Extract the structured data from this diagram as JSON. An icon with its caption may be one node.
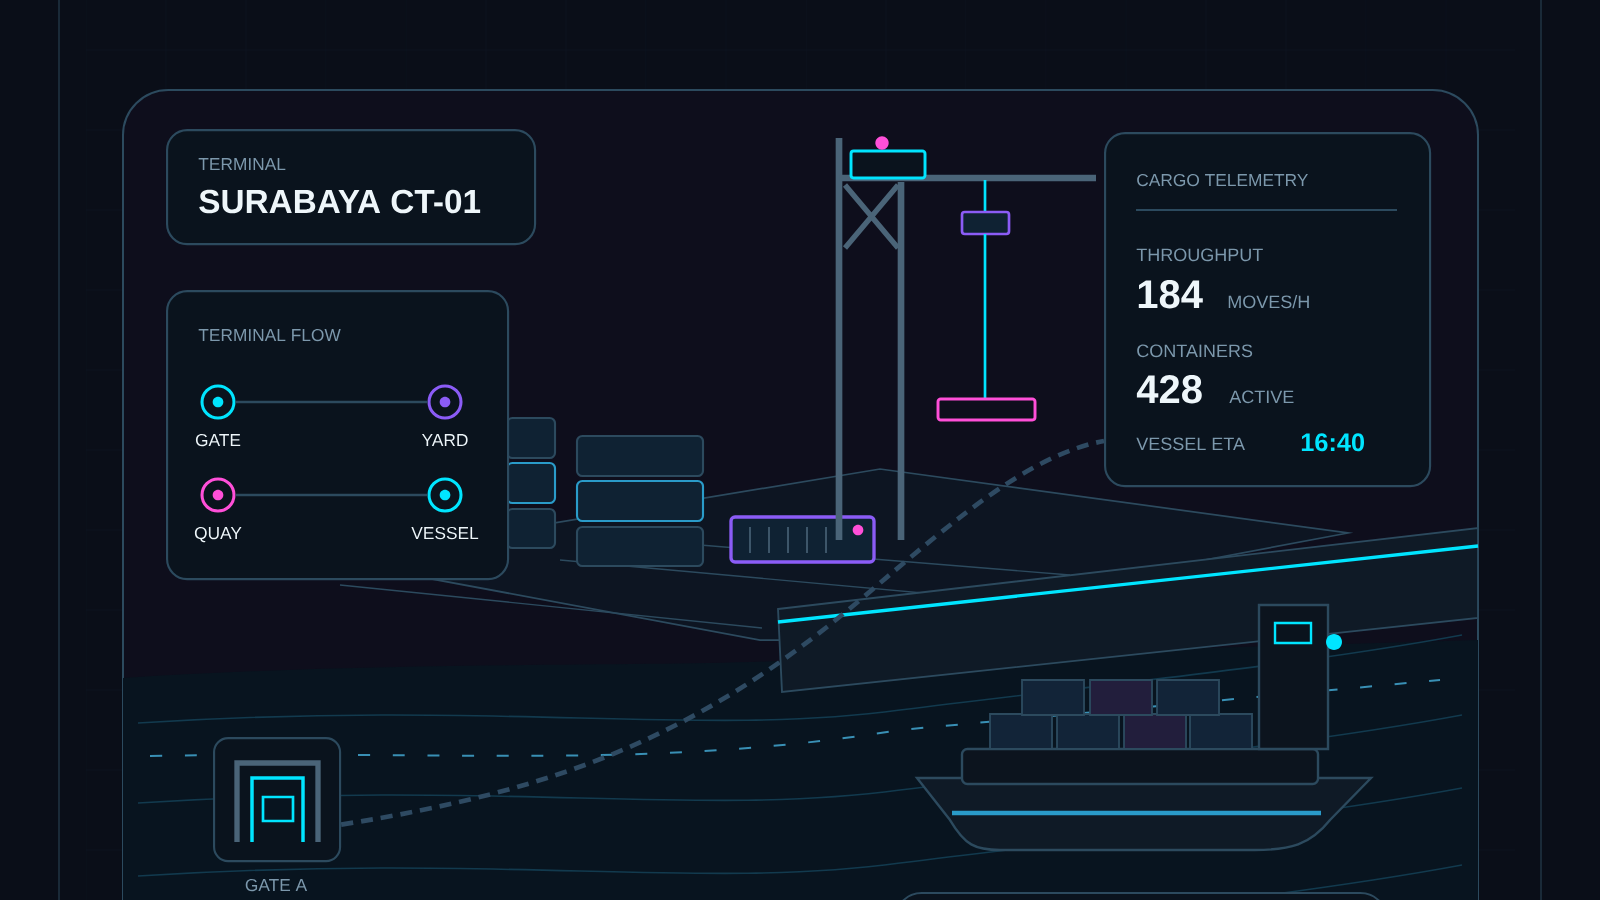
{
  "diagram": {
    "nodes": [
      {
        "text": [
          "TERMINAL",
          "SURABAYA CT-01"
        ]
      },
      {
        "text": [
          "TERMINAL FLOW"
        ]
      },
      {
        "text": [
          "GATE"
        ],
        "in": 1
      },
      {
        "text": [
          "YARD"
        ],
        "in": 1
      },
      {
        "text": [
          "QUAY"
        ],
        "in": 1
      },
      {
        "text": [
          "VESSEL"
        ],
        "in": 1
      },
      {
        "text": [
          "CARGO TELEMETRY",
          "THROUGHPUT",
          "184",
          "MOVES/H",
          "CONTAINERS",
          "428",
          "ACTIVE",
          "VESSEL ETA",
          "16:40"
        ]
      },
      {
        "text": [
          "GATE A"
        ]
      }
    ],
    "edges": [
      {
        "from": 2,
        "to": 3,
        "arrow": "none"
      },
      {
        "from": 4,
        "to": 5,
        "arrow": "none"
      },
      {
        "from": 7,
        "to": 6,
        "arrow": "none",
        "style": "dashed",
        "color": "#2e4a62"
      }
    ]
  }
}
